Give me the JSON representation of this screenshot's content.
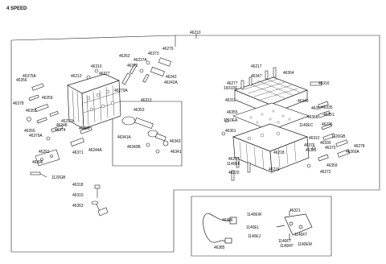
{
  "header": {
    "variant": "4 SPEED",
    "assembly_ref": "46210"
  },
  "labels": [
    "46279",
    "46263",
    "46373",
    "46237A",
    "46313",
    "46372",
    "46243",
    "46242A",
    "46310",
    "46212",
    "46377",
    "46375A",
    "46356",
    "46259",
    "46378",
    "46355",
    "46279A",
    "46353",
    "46343",
    "46341A",
    "46340B",
    "46341",
    "46237A",
    "46248",
    "46374",
    "46260",
    "46379A",
    "46389",
    "46244A",
    "46291",
    "46396",
    "46371",
    "1120GB",
    "46318",
    "46310",
    "46363",
    "46217",
    "46364",
    "46347",
    "46277",
    "1601DE",
    "46316",
    "46311",
    "46349",
    "1140EC",
    "46357",
    "46335",
    "46351",
    "46355",
    "46368",
    "1210EA",
    "46236",
    "46361",
    "46312",
    "1120GB",
    "46330",
    "46376",
    "46375",
    "46278",
    "46381",
    "46260A",
    "46217",
    "1140EF",
    "46218",
    "46219",
    "46220",
    "46359",
    "46272",
    "46386",
    "46321",
    "1140EW",
    "1140EL",
    "1140EJ",
    "1140FT",
    "1140EM",
    "1140FT",
    "1140FP",
    "46385"
  ]
}
